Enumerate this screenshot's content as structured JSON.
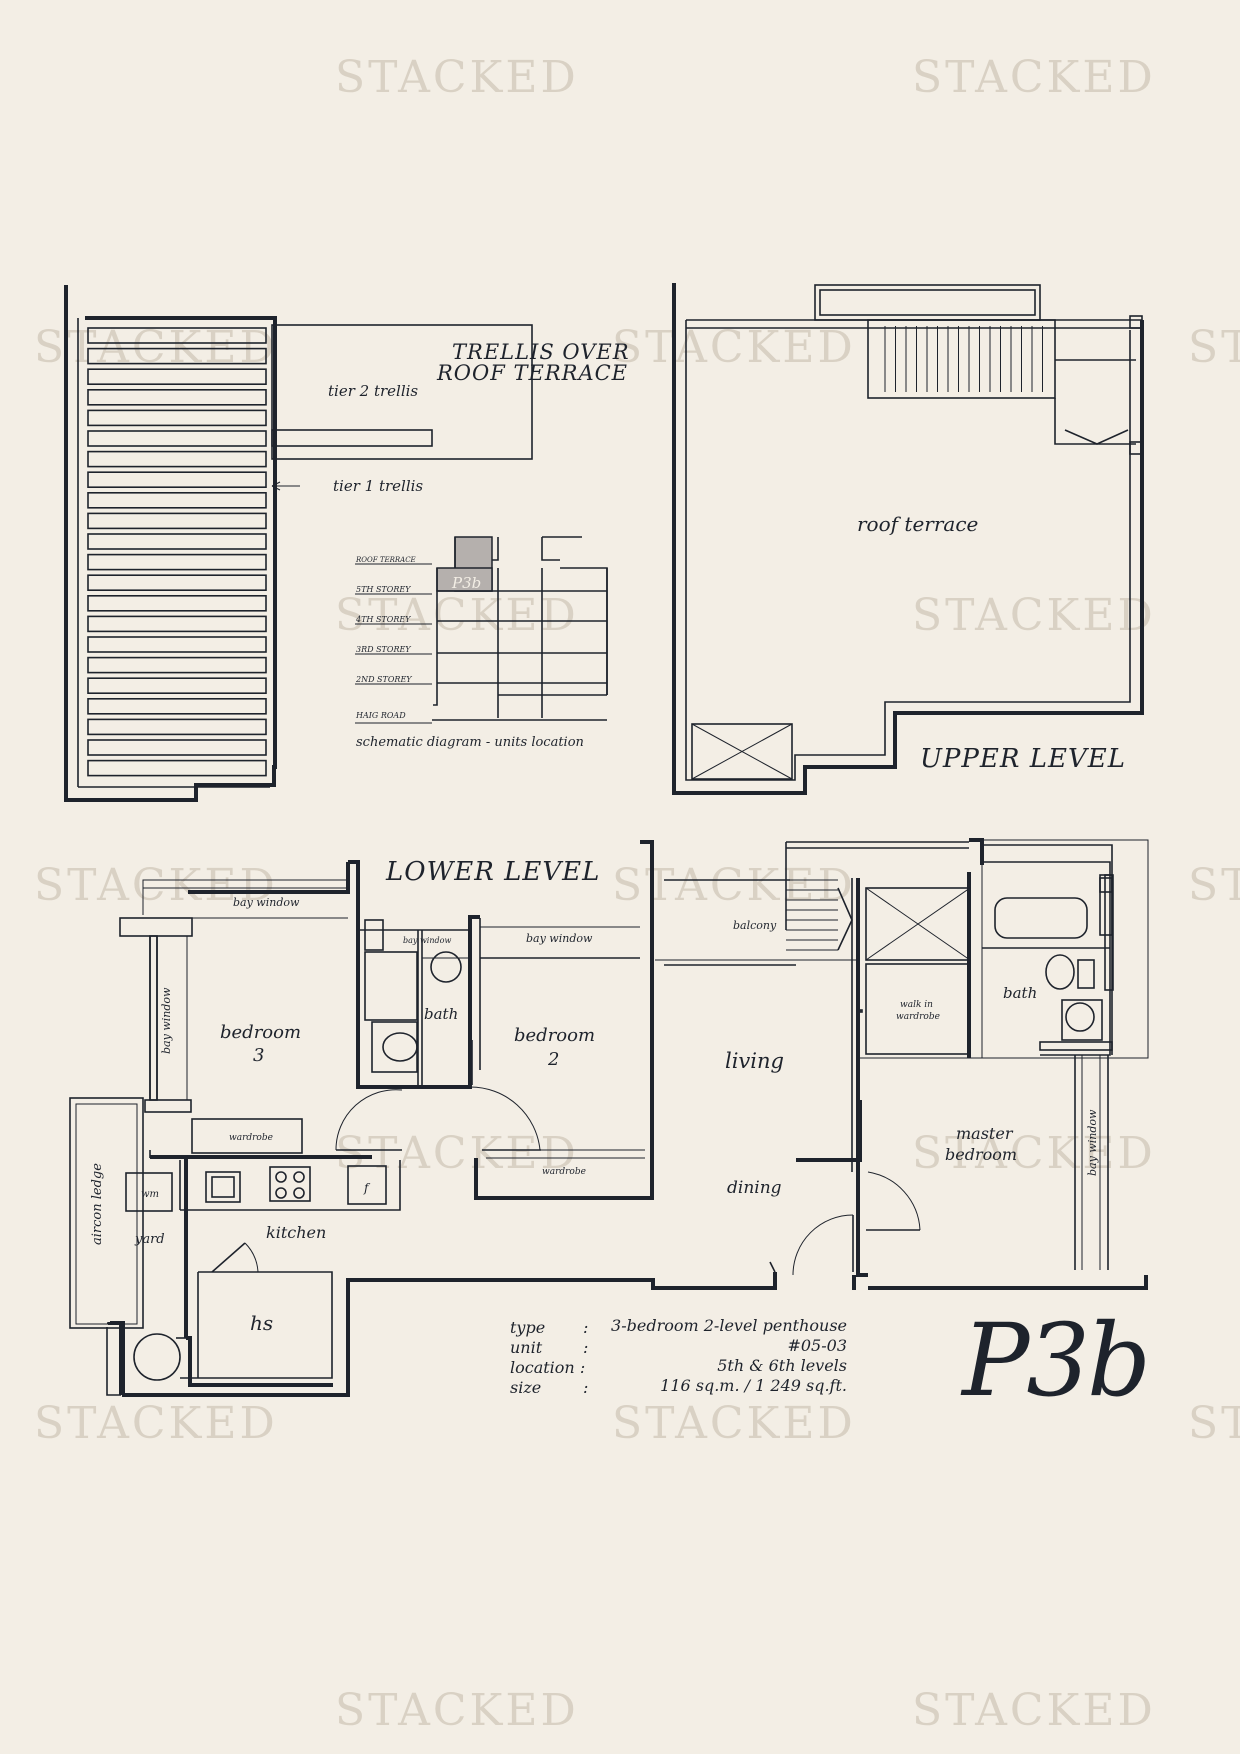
{
  "watermark": "STACKED",
  "colors": {
    "background": "#f3eee5",
    "ink": "#1e232c",
    "watermark": "#d9d1c4",
    "highlight": "#b5b0ad"
  },
  "trellis": {
    "heading_line1": "TRELLIS OVER",
    "heading_line2": "ROOF TERRACE",
    "tier2": "tier 2 trellis",
    "tier1": "tier 1 trellis"
  },
  "schematic": {
    "roof": "ROOF TERRACE",
    "storey5": "5TH STOREY",
    "storey4": "4TH STOREY",
    "storey3": "3RD STOREY",
    "storey2": "2ND STOREY",
    "road": "HAIG ROAD",
    "unit_tag": "P3b",
    "caption": "schematic diagram - units location"
  },
  "upper": {
    "title": "UPPER LEVEL",
    "roof_terrace": "roof terrace"
  },
  "lower": {
    "title": "LOWER LEVEL",
    "bay_window_1": "bay window",
    "bay_window_2": "bay window",
    "bay_window_3": "bay window",
    "bay_window_4": "bay window",
    "bay_window_5": "bay window",
    "bedroom3": "bedroom",
    "bedroom3_num": "3",
    "bedroom2": "bedroom",
    "bedroom2_num": "2",
    "bath1": "bath",
    "bath2": "bath",
    "wardrobe1": "wardrobe",
    "wardrobe2": "wardrobe",
    "balcony": "balcony",
    "walkin_1": "walk in",
    "walkin_2": "wardrobe",
    "living": "living",
    "dining": "dining",
    "master_1": "master",
    "master_2": "bedroom",
    "kitchen": "kitchen",
    "yard": "yard",
    "wm": "wm",
    "fridge": "f",
    "aircon": "aircon ledge",
    "hs": "hs"
  },
  "info": {
    "type_label": "type",
    "type_colon": ":",
    "type_value": "3-bedroom 2-level penthouse",
    "unit_label": "unit",
    "unit_colon": ":",
    "unit_value": "#05-03",
    "location_label": "location :",
    "location_value": "5th & 6th levels",
    "size_label": "size",
    "size_colon": ":",
    "size_value": "116 sq.m. / 1 249 sq.ft."
  },
  "unit_code": "P3b"
}
